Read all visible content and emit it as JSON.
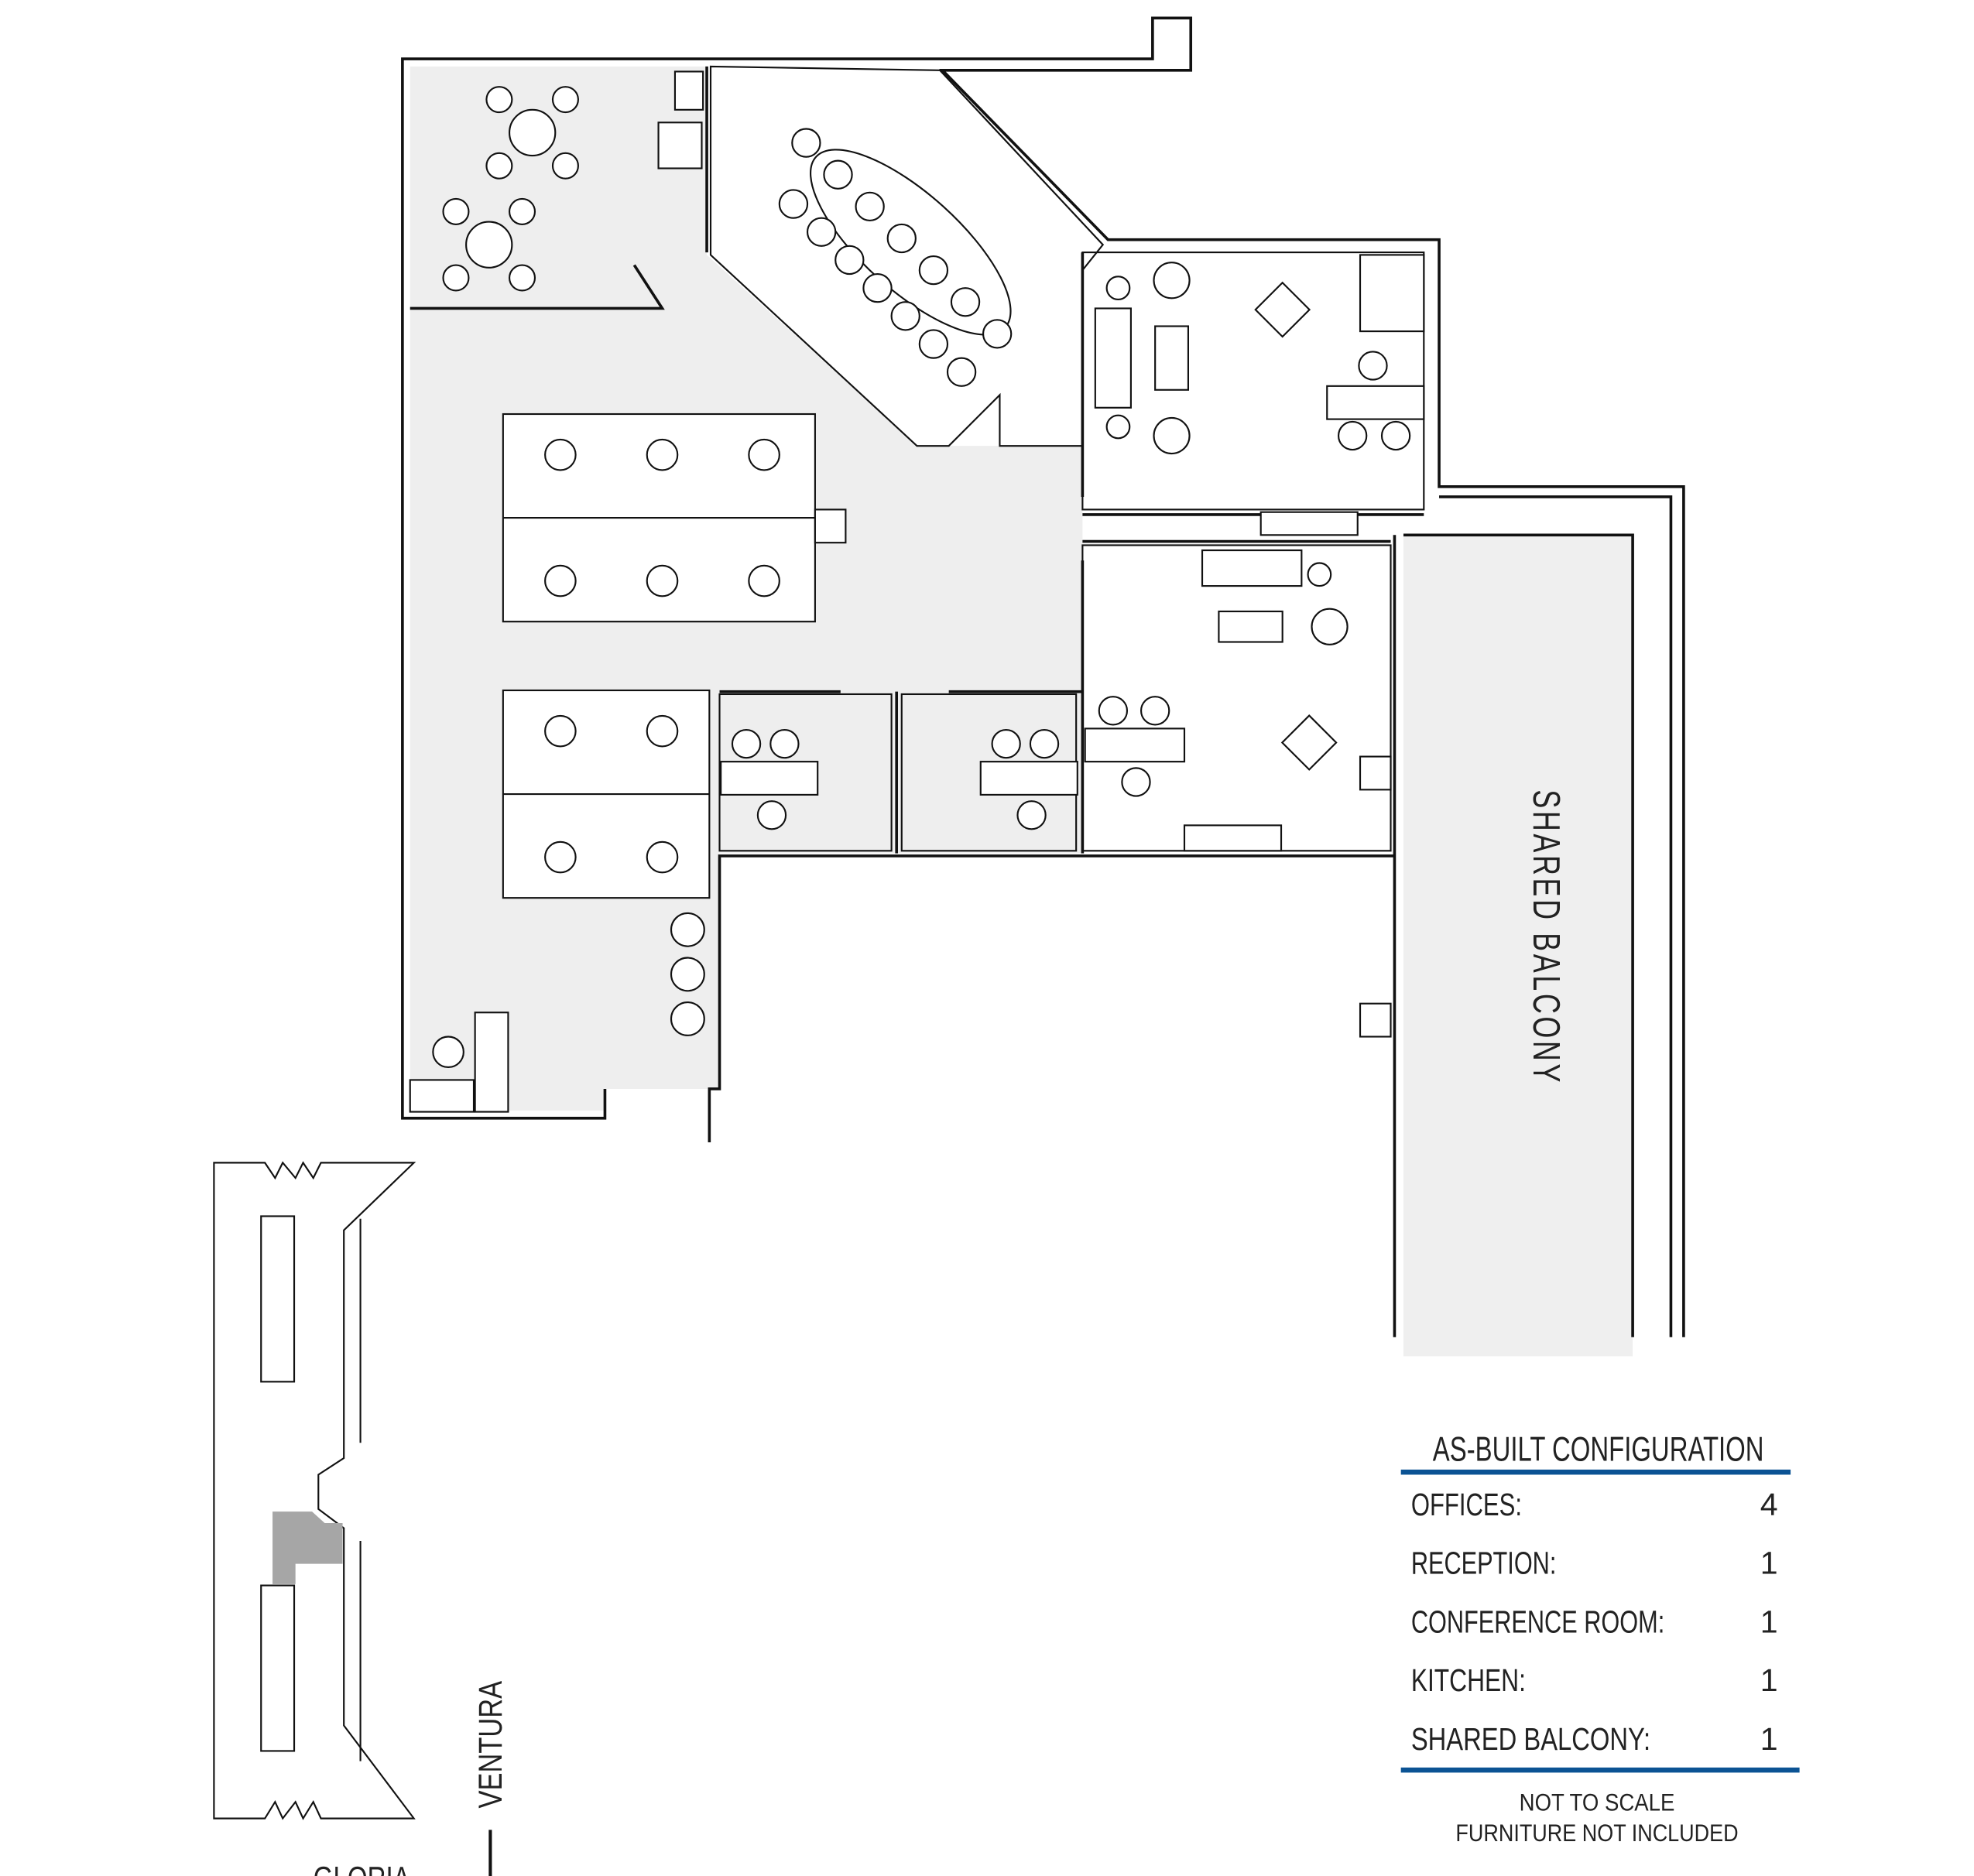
{
  "colors": {
    "accent": "#0b5394",
    "common_area": "#eeeeee",
    "office_area": "#dbe5f1",
    "key_highlight": "#a6a6a6"
  },
  "plan": {
    "balcony_label": "SHARED BALCONY"
  },
  "legend": {
    "title": "AS-BUILT CONFIGURATION",
    "rows": [
      {
        "label": "OFFICES:",
        "value": "4"
      },
      {
        "label": "RECEPTION:",
        "value": "1"
      },
      {
        "label": "CONFERENCE ROOM:",
        "value": "1"
      },
      {
        "label": "KITCHEN:",
        "value": "1"
      },
      {
        "label": "SHARED BALCONY:",
        "value": "1"
      }
    ],
    "notes": [
      "NOT TO SCALE",
      "FURNITURE NOT INCLUDED"
    ]
  },
  "key_plan": {
    "street_east": "VENTURA",
    "street_south": "GLORIA"
  }
}
